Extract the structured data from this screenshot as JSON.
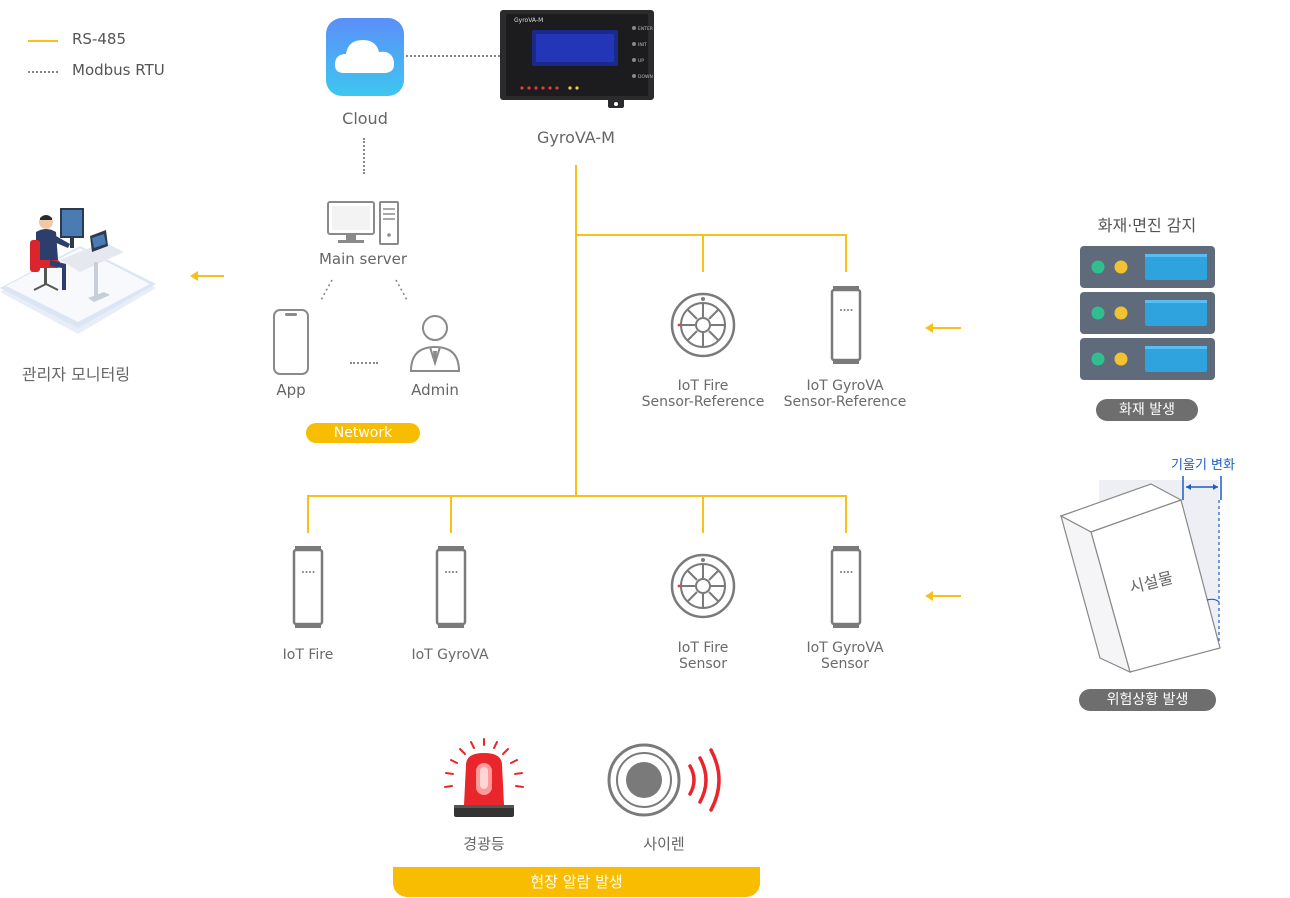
{
  "legend": {
    "rs485": "RS-485",
    "modbus": "Modbus RTU",
    "rs485_color": "#f6c21a",
    "modbus_color": "#888888"
  },
  "top": {
    "cloud": "Cloud",
    "gyrova_m": "GyroVA-M",
    "device_screen_title": "GyroVA-M",
    "device_buttons": [
      "ENTER",
      "INIT",
      "UP",
      "DOWN"
    ]
  },
  "network": {
    "main_server": "Main server",
    "app": "App",
    "admin": "Admin",
    "badge": "Network"
  },
  "monitoring": {
    "label": "관리자 모니터링"
  },
  "ref_sensors": [
    {
      "line1": "IoT Fire",
      "line2": "Sensor-Reference"
    },
    {
      "line1": "IoT GyroVA",
      "line2": "Sensor-Reference"
    }
  ],
  "field_sensors": [
    {
      "line1": "IoT Fire",
      "line2": ""
    },
    {
      "line1": "IoT GyroVA",
      "line2": ""
    },
    {
      "line1": "IoT Fire",
      "line2": "Sensor"
    },
    {
      "line1": "IoT GyroVA",
      "line2": "Sensor"
    }
  ],
  "fire_detect": {
    "title": "화재·면진 감지",
    "badge": "화재 발생"
  },
  "tilt": {
    "title": "기울기 변화",
    "building": "시설물",
    "badge": "위험상황 발생"
  },
  "alarm": {
    "beacon": "경광등",
    "siren": "사이렌",
    "badge": "현장 알람 발생"
  },
  "colors": {
    "accent": "#f8bd00",
    "badge_gray": "#6e6e6e",
    "server_body": "#5f6b7a",
    "server_screen": "#2ea3dd",
    "tilt_blue": "#1a5fc2",
    "alarm_red": "#e8262b"
  }
}
